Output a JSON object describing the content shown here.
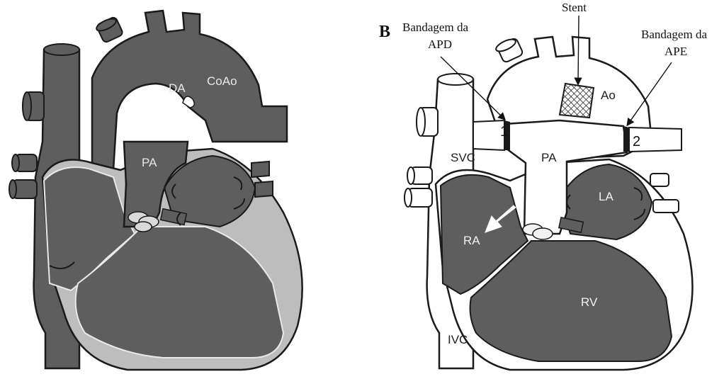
{
  "panel_a": {
    "labels": {
      "da": "DA",
      "coao": "CoAo",
      "pa": "PA"
    }
  },
  "panel_b": {
    "letter": "B",
    "annotations": {
      "band_right_line1": "Bandagem da",
      "band_right_line2": "APD",
      "stent": "Stent",
      "band_left_line1": "Bandagem da",
      "band_left_line2": "APE"
    },
    "markers": {
      "one": "1",
      "two": "2"
    },
    "labels": {
      "ao": "Ao",
      "svc": "SVC",
      "pa": "PA",
      "la": "LA",
      "ra": "RA",
      "rv": "RV",
      "ivc": "IVC"
    }
  },
  "colors": {
    "dark_chamber": "#5e5e5e",
    "light_ventricle": "#bdbdbd",
    "outline": "#1a1a1a",
    "white_vessel": "#ffffff"
  }
}
